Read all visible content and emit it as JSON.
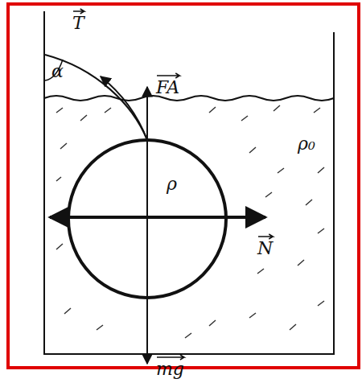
{
  "diagram": {
    "labels": [
      "T",
      "α",
      "FA",
      "ρ₀",
      "ρ",
      "N",
      "mg"
    ]
  }
}
